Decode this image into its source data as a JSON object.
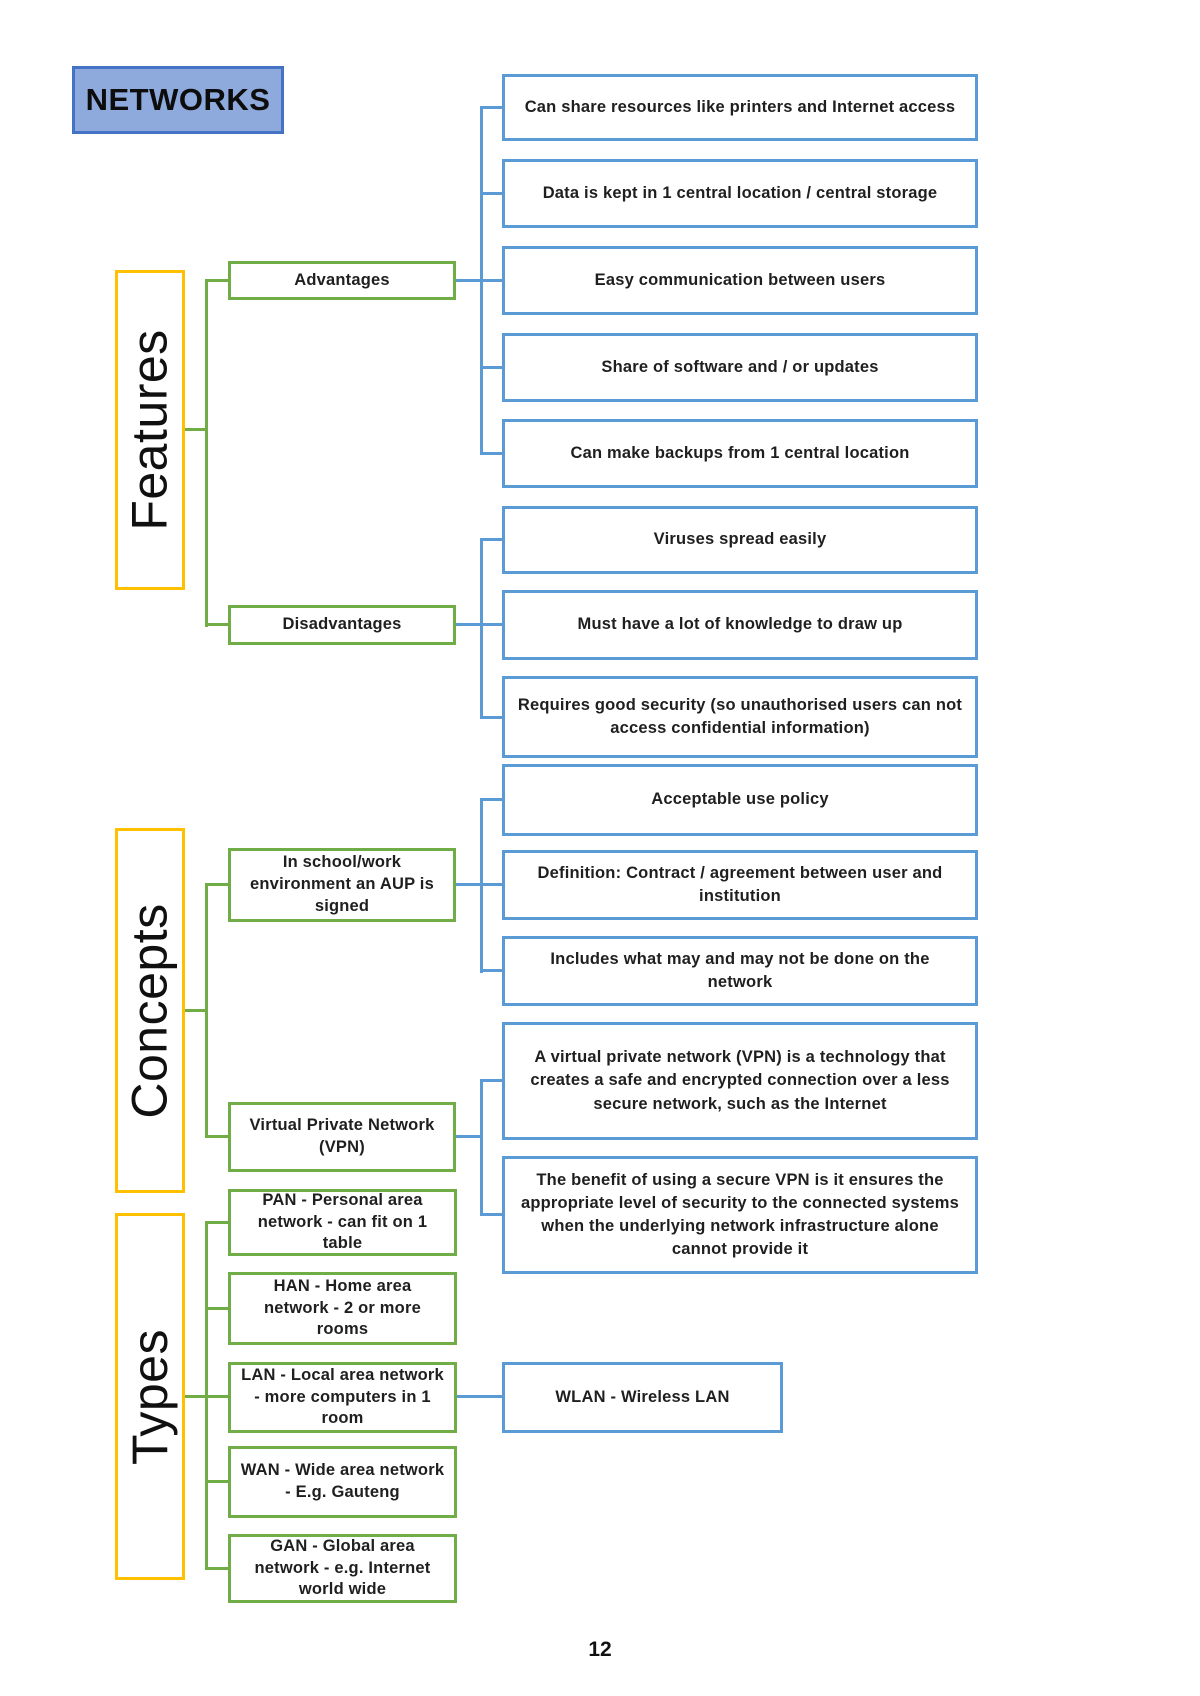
{
  "title": "NETWORKS",
  "page_number": "12",
  "colors": {
    "blue_border": "#5b9bd5",
    "green_border": "#70ad47",
    "orange_border": "#ffc000",
    "title_fill": "#8ea9db",
    "title_border": "#4472c4"
  },
  "branches": [
    {
      "label": "Features",
      "children": [
        {
          "label": "Advantages",
          "items": [
            "Can share resources like printers and Internet access",
            "Data is kept in 1 central location / central storage",
            "Easy communication between users",
            "Share of software and / or updates",
            "Can make backups from 1 central location"
          ]
        },
        {
          "label": "Disadvantages",
          "items": [
            "Viruses spread easily",
            "Must have a lot of knowledge to draw up",
            "Requires good security (so unauthorised users can not access confidential information)"
          ]
        }
      ]
    },
    {
      "label": "Concepts",
      "children": [
        {
          "label": "In school/work environment an AUP is signed",
          "items": [
            "Acceptable use policy",
            "Definition: Contract / agreement between user and institution",
            "Includes what may and may not be done on the network"
          ]
        },
        {
          "label": "Virtual Private Network (VPN)",
          "items": [
            "A virtual private network (VPN) is a technology that creates a safe and encrypted connection over a less secure network, such as the Internet",
            "The benefit of using a secure VPN is it ensures the appropriate level of security to the connected systems when the underlying network infrastructure alone cannot provide it"
          ]
        }
      ]
    },
    {
      "label": "Types",
      "children": [
        {
          "label": "PAN - Personal area network - can fit on 1 table",
          "items": []
        },
        {
          "label": "HAN - Home area network - 2 or more rooms",
          "items": []
        },
        {
          "label": "LAN - Local area network - more computers in 1 room",
          "items": [
            "WLAN - Wireless LAN"
          ]
        },
        {
          "label": "WAN - Wide area network - E.g. Gauteng",
          "items": []
        },
        {
          "label": "GAN - Global area network - e.g. Internet world wide",
          "items": []
        }
      ]
    }
  ]
}
